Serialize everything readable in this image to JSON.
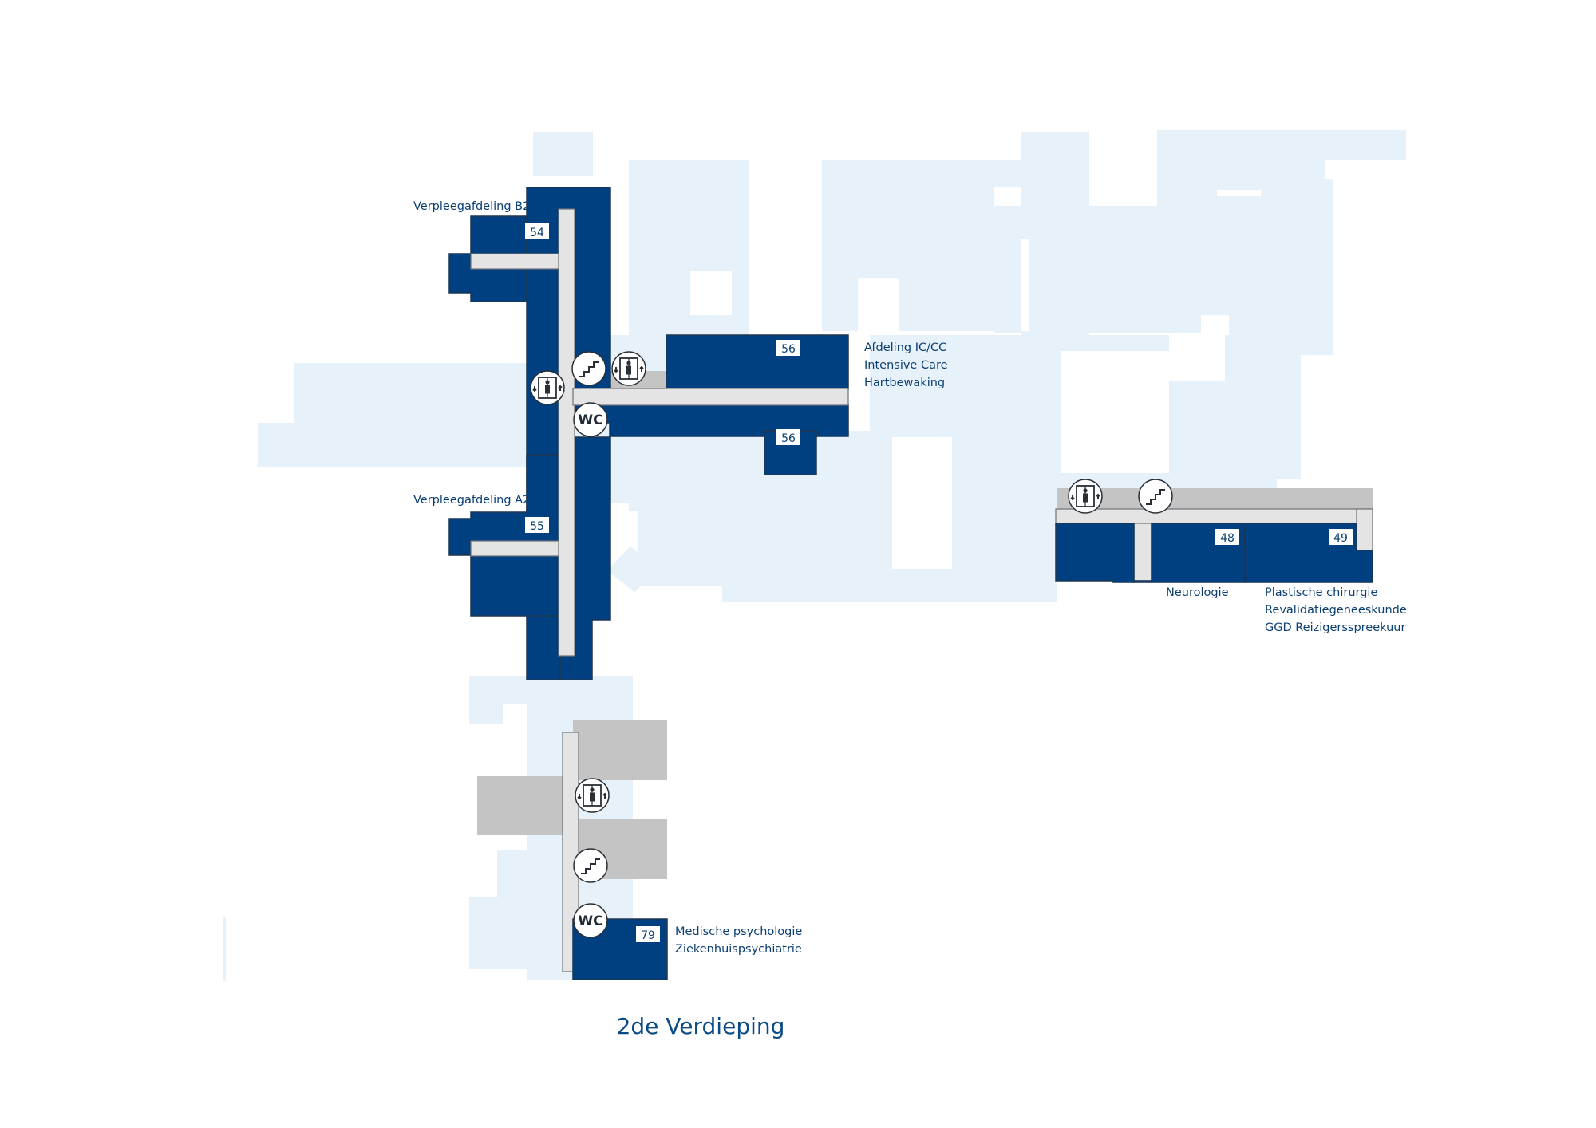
{
  "floor": {
    "title": "2de Verdieping"
  },
  "departments": [
    {
      "id": "b2",
      "label_lines": [
        "Verpleegafdeling B2"
      ],
      "number": "54"
    },
    {
      "id": "a2",
      "label_lines": [
        "Verpleegafdeling A2"
      ],
      "number": "55"
    },
    {
      "id": "ic",
      "label_lines": [
        "Afdeling IC/CC",
        "Intensive Care",
        "Hartbewaking"
      ],
      "number": "56"
    },
    {
      "id": "ic2",
      "label_lines": [],
      "number": "56"
    },
    {
      "id": "neuro",
      "label_lines": [
        "Neurologie"
      ],
      "number": "48"
    },
    {
      "id": "plast",
      "label_lines": [
        "Plastische chirurgie",
        "Revalidatiegeneeskunde",
        "GGD Reizigersspreekuur"
      ],
      "number": "49"
    },
    {
      "id": "psy",
      "label_lines": [
        "Medische psychologie",
        "Ziekenhuispsychiatrie"
      ],
      "number": "79"
    }
  ],
  "facilities": {
    "wc_label": "WC",
    "icons": [
      "elevator-icon",
      "stairs-icon",
      "wc-icon"
    ]
  },
  "colors": {
    "department": "#004080",
    "corridor": "#e4e4e4",
    "background_building": "#e6f1f9",
    "service": "#c4c4c4",
    "text": "#0b3f73"
  }
}
